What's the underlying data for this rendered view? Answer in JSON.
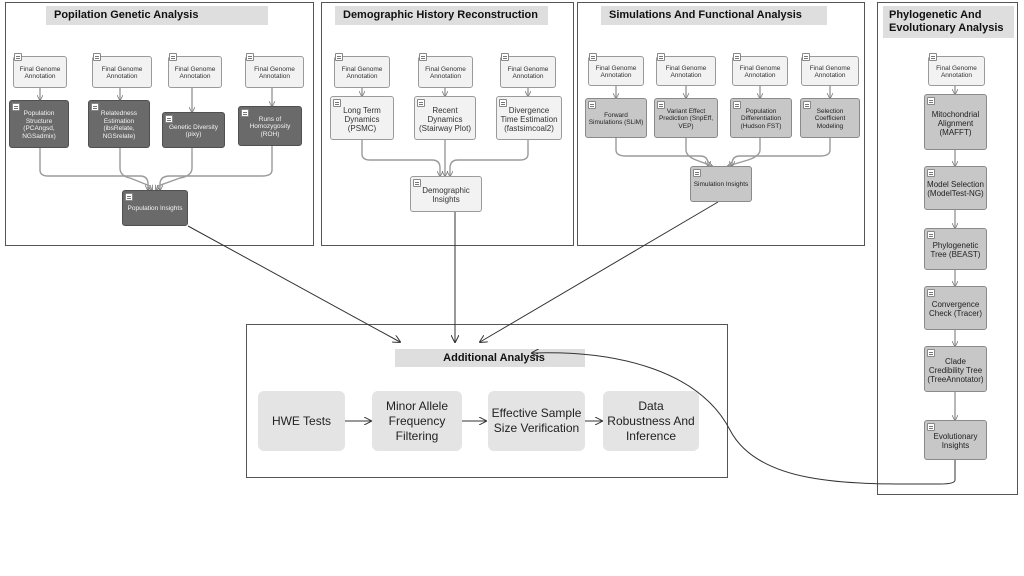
{
  "panels": {
    "popgen": {
      "title": "Popilation Genetic Analysis"
    },
    "demo": {
      "title": "Demographic History Reconstruction"
    },
    "sim": {
      "title": "Simulations And Functional Analysis"
    },
    "phylo": {
      "title": "Phylogenetic And Evolutionary Analysis"
    },
    "additional": {
      "title": "Additional Analysis"
    }
  },
  "nodes": {
    "fga1": "Final Genome Annotation",
    "fga2": "Final Genome Annotation",
    "fga3": "Final Genome Annotation",
    "fga4": "Final Genome Annotation",
    "pop_structure": "Population Structure (PCAngsd, NGSadmix)",
    "relatedness": "Relatedness Estimation (ibsRelate, NGSrelate)",
    "genetic_diversity": "Genetic Diversity (pixy)",
    "roh": "Runs of Homozygosity (ROH)",
    "pop_insights": "Population Insights",
    "fgb1": "Final Genome Annotation",
    "fgb2": "Final Genome Annotation",
    "fgb3": "Final Genome Annotation",
    "long_term": "Long Term Dynamics (PSMC)",
    "recent": "Recent Dynamics (Stairway Plot)",
    "divergence": "Divergence Time Estimation (fastsimcoal2)",
    "demo_insights": "Demographic Insights",
    "fgc1": "Final Genome Annotation",
    "fgc2": "Final Genome Annotation",
    "fgc3": "Final Genome Annotation",
    "fgc4": "Final Genome Annotation",
    "forward": "Forward Simulations (SLiM)",
    "variant": "Variant Effect Prediction (SnpEff, VEP)",
    "pop_diff": "Population Differentiation (Hudson FST)",
    "selection": "Selection Coefficient Modeling",
    "sim_insights": "Simulation Insights",
    "fgd1": "Final Genome Annotation",
    "mito": "Mitochondrial Alignment (MAFFT)",
    "model_sel": "Model Selection (ModelTest-NG)",
    "phylo_tree": "Phylogenetic Tree (BEAST)",
    "convergence": "Convergence Check (Tracer)",
    "clade": "Clade Credibility Tree (TreeAnnotator)",
    "evo_insights": "Evolutionary Insights"
  },
  "additional_steps": {
    "hwe": "HWE Tests",
    "maf": "Minor Allele Frequency Filtering",
    "ess": "Effective Sample Size Verification",
    "robust": "Data Robustness And Inference"
  }
}
